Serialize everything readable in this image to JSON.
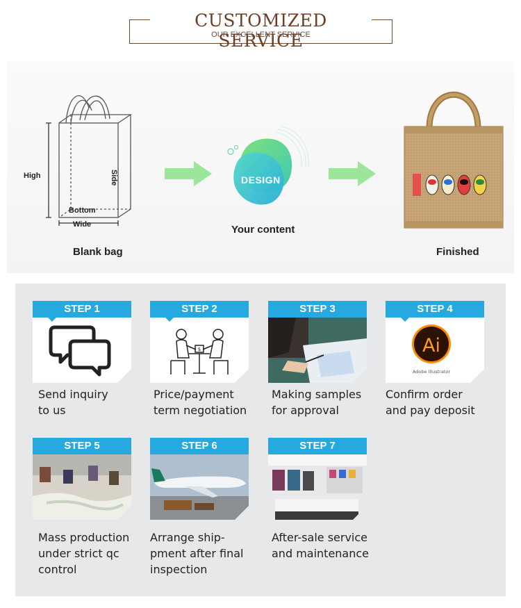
{
  "header": {
    "title": "CUSTOMIZED SERVICE",
    "subtitle": "OUR EXCELLENT SERVICE"
  },
  "process": {
    "bag_labels": {
      "high": "High",
      "side": "Side",
      "bottom": "Bottom",
      "wide": "Wide"
    },
    "blank_bag": "Blank bag",
    "design_badge": "DESIGN",
    "your_content": "Your content",
    "finished": "Finished"
  },
  "steps": [
    {
      "label": "STEP 1",
      "text1": "Send inquiry",
      "text2": "to us",
      "text3": ""
    },
    {
      "label": "STEP 2",
      "text1": "Price/payment",
      "text2": "term negotiation",
      "text3": ""
    },
    {
      "label": "STEP 3",
      "text1": "Making samples",
      "text2": "for approval",
      "text3": ""
    },
    {
      "label": "STEP 4",
      "text1": "Confirm order",
      "text2": "and pay deposit",
      "text3": "",
      "logo": "Ai",
      "logo_caption": "Adobe Illustrator"
    },
    {
      "label": "STEP 5",
      "text1": "Mass production",
      "text2": "under strict qc",
      "text3": "control"
    },
    {
      "label": "STEP 6",
      "text1": "Arrange ship-",
      "text2": "pment after final",
      "text3": "inspection"
    },
    {
      "label": "STEP 7",
      "text1": "After-sale service",
      "text2": "and maintenance",
      "text3": ""
    }
  ],
  "colors": {
    "brand_brown": "#6b3e26",
    "step_blue": "#26a9df",
    "arrow_green": "#9be69b"
  }
}
